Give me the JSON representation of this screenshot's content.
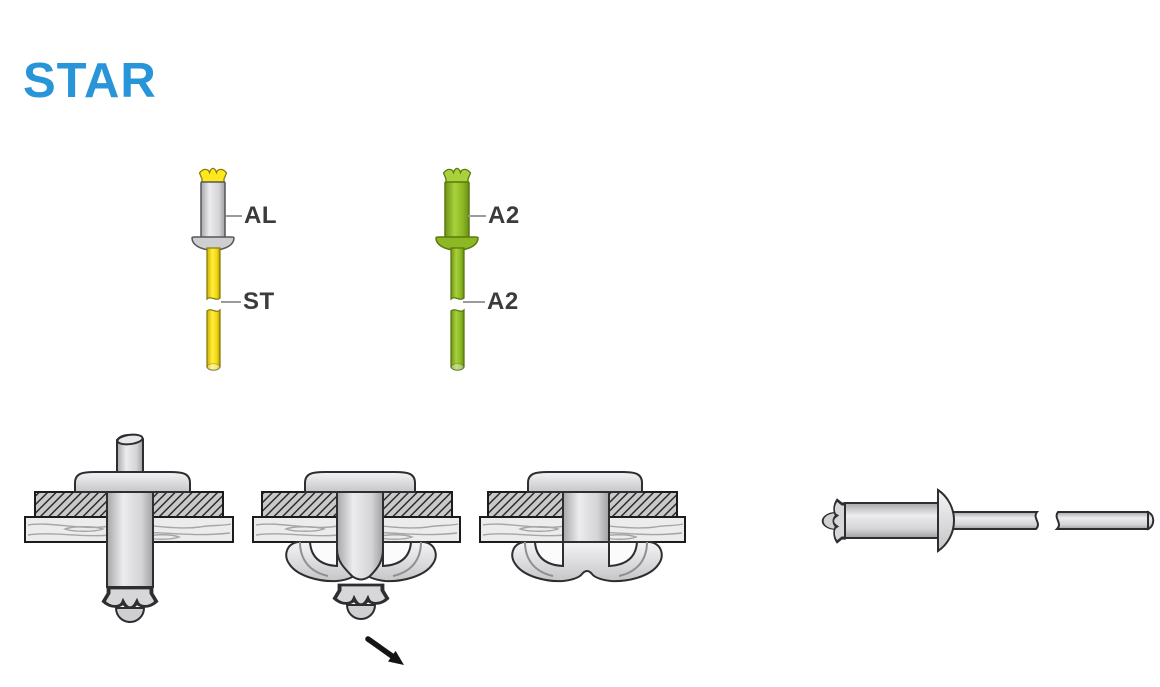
{
  "logo": {
    "text": "STAR"
  },
  "colors": {
    "background": "#ffffff",
    "logo_blue": "#2795d8",
    "label_text": "#3b3b3b",
    "leader_gray": "#9b9b9b",
    "aluminium_gray": "#d4d4d6",
    "steel_mandrel_yellow": "#ffe71e",
    "stainless_green": "#8fb725",
    "outline_dark": "#2e2e30",
    "material_hatch_gray": "#c9c9c9",
    "wood_light_gray": "#ececec",
    "arrow_black": "#151515"
  },
  "legend": {
    "rivets": [
      {
        "name": "aluminium-body-steel-mandrel-rivet",
        "body_label": "AL",
        "mandrel_label": "ST"
      },
      {
        "name": "stainless-a2-rivet",
        "body_label": "A2",
        "mandrel_label": "A2"
      }
    ]
  },
  "figures": {
    "step_insert": "blind-rivet-inserted-through-two-sheets",
    "step_set": "rivet-set-with-mandrel-breaking-off",
    "step_done": "finished-set-blind-rivet",
    "side_view": "blind-rivet-horizontal-side-view",
    "arrow": "mandrel-discard-direction-arrow"
  }
}
